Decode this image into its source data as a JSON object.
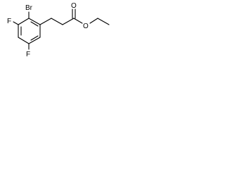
{
  "molecule": {
    "atom_labels": {
      "bromine": "Br",
      "fluorine_left": "F",
      "fluorine_bottom": "F",
      "ether_oxygen": "O",
      "carbonyl_oxygen": "O"
    }
  }
}
